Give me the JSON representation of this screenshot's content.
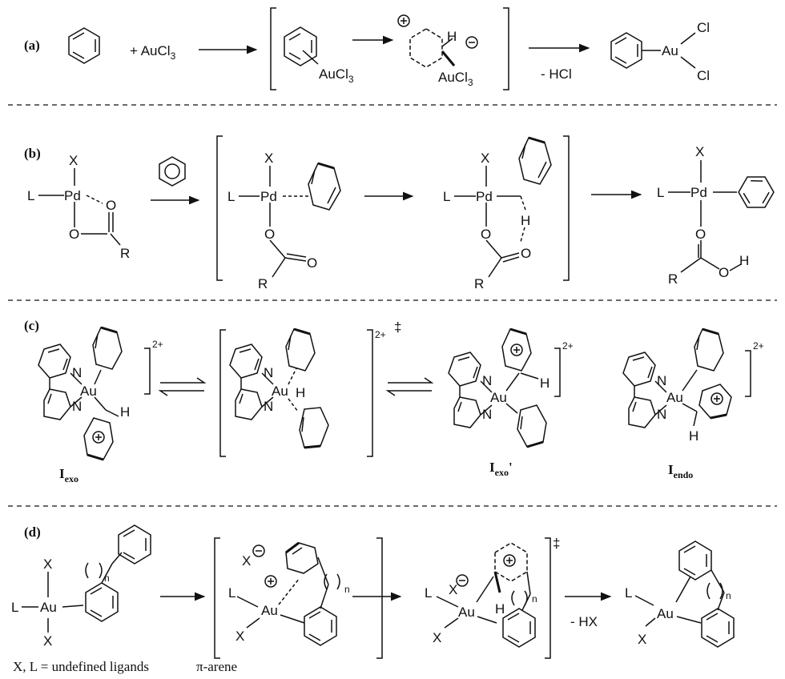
{
  "panels": {
    "a": {
      "label": "(a)",
      "reagent": "+ AuCl",
      "reagent_sub": "3",
      "int1_group": "AuCl",
      "int1_sub": "3",
      "int2_h": "H",
      "int2_group": "AuCl",
      "int2_sub": "3",
      "arrow_label": "- HCl",
      "prod_metal": "Au",
      "prod_cl1": "Cl",
      "prod_cl2": "Cl"
    },
    "b": {
      "label": "(b)",
      "x": "X",
      "l": "L",
      "pd": "Pd",
      "o": "O",
      "r": "R",
      "h": "H"
    },
    "c": {
      "label": "(c)",
      "au": "Au",
      "n": "N",
      "h": "H",
      "charge": "2+",
      "ts": "‡",
      "name_exo": "I",
      "name_exo_sub": "exo",
      "name_exop": "I",
      "name_exop_sub": "exo",
      "name_exop_prime": "'",
      "name_endo": "I",
      "name_endo_sub": "endo"
    },
    "d": {
      "label": "(d)",
      "x": "X",
      "l": "L",
      "au": "Au",
      "n": "n",
      "h": "H",
      "ts": "‡",
      "arrow_label": "- HX",
      "footnote": "X, L = undefined ligands",
      "pi_arene": "π-arene"
    }
  }
}
